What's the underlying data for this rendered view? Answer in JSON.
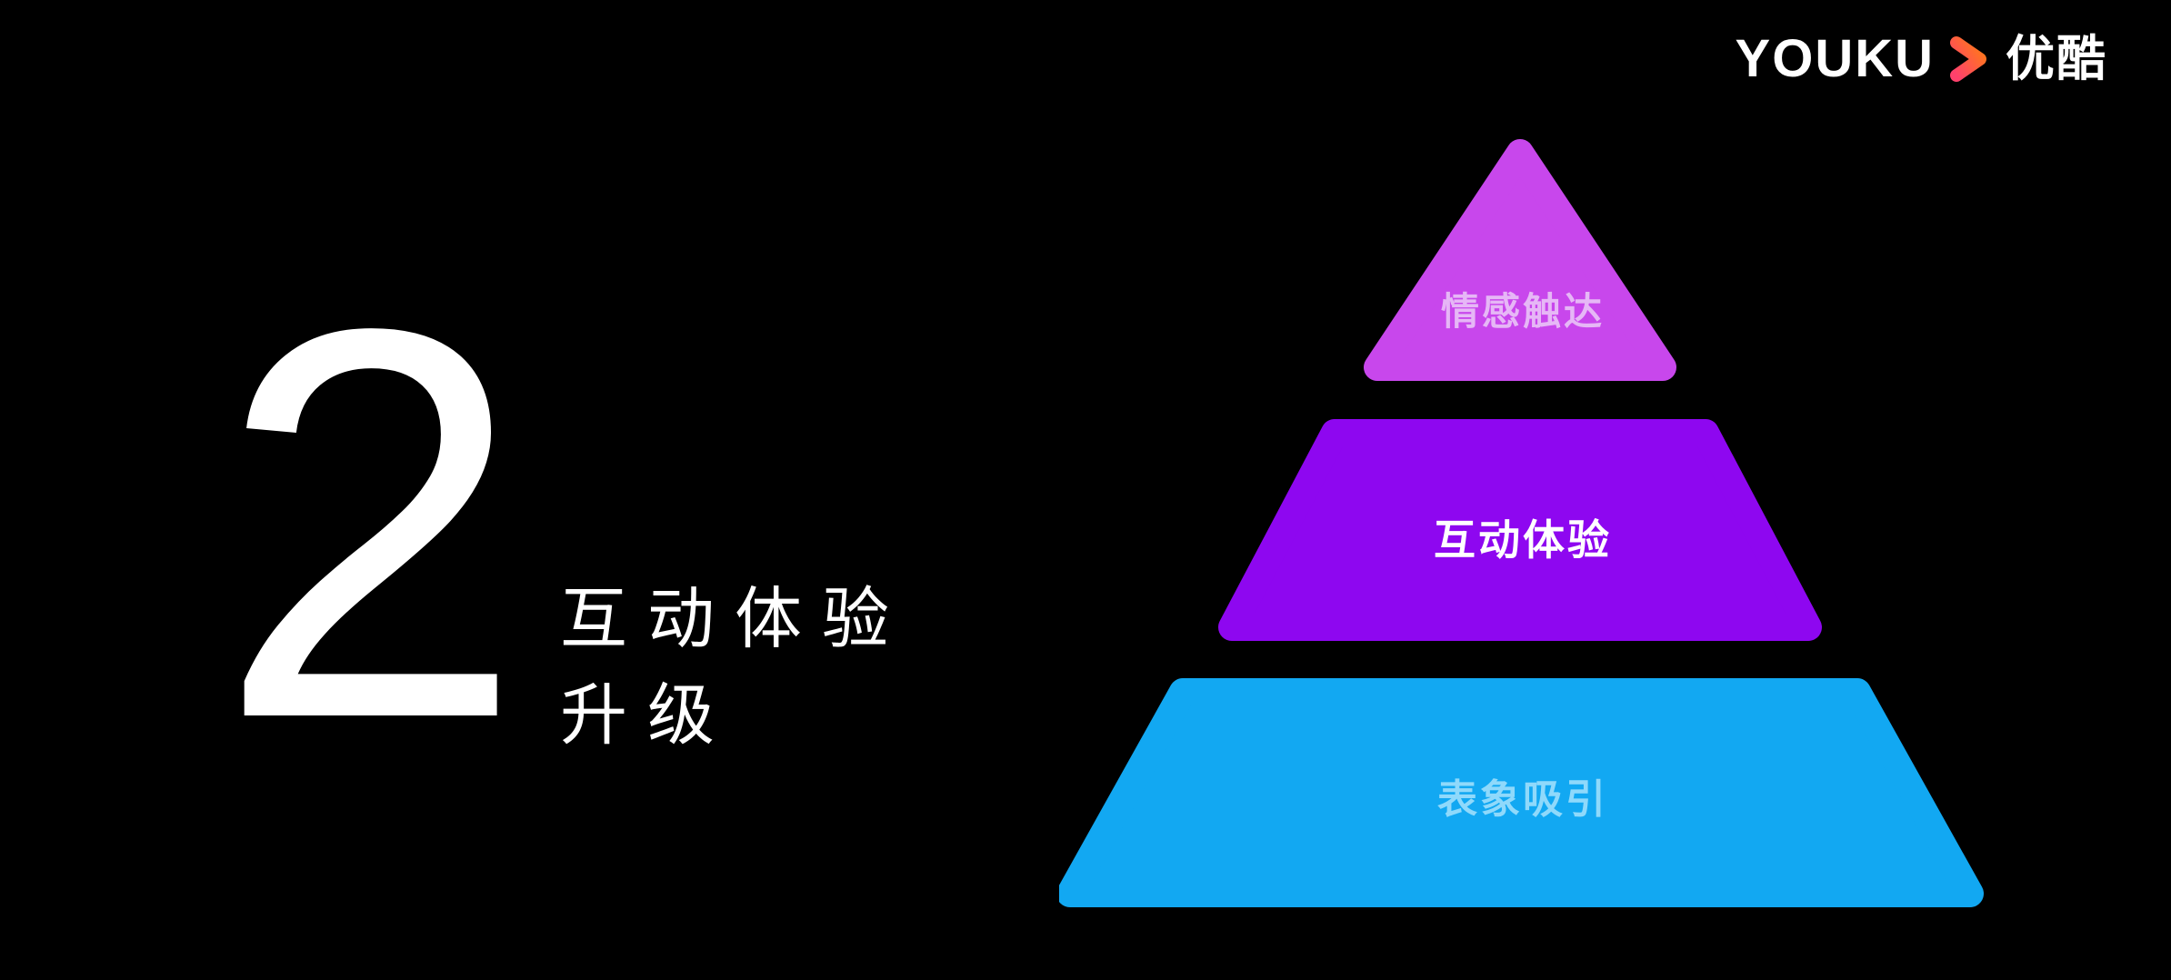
{
  "logo": {
    "wordmark": "YOUKU",
    "cn_name": "优酷",
    "arrow_gradient": [
      "#ff416c",
      "#ff7a18"
    ]
  },
  "section": {
    "number": "2",
    "title_line1": "互动体验",
    "title_line2": "升级"
  },
  "pyramid": {
    "tiers": [
      {
        "label": "情感触达",
        "color": "#c847ec",
        "text_color": "#e6b7f6"
      },
      {
        "label": "互动体验",
        "color": "#8e07f0",
        "text_color": "#ffffff"
      },
      {
        "label": "表象吸引",
        "color": "#12a8f2",
        "text_color": "#8fd9fb"
      }
    ]
  }
}
